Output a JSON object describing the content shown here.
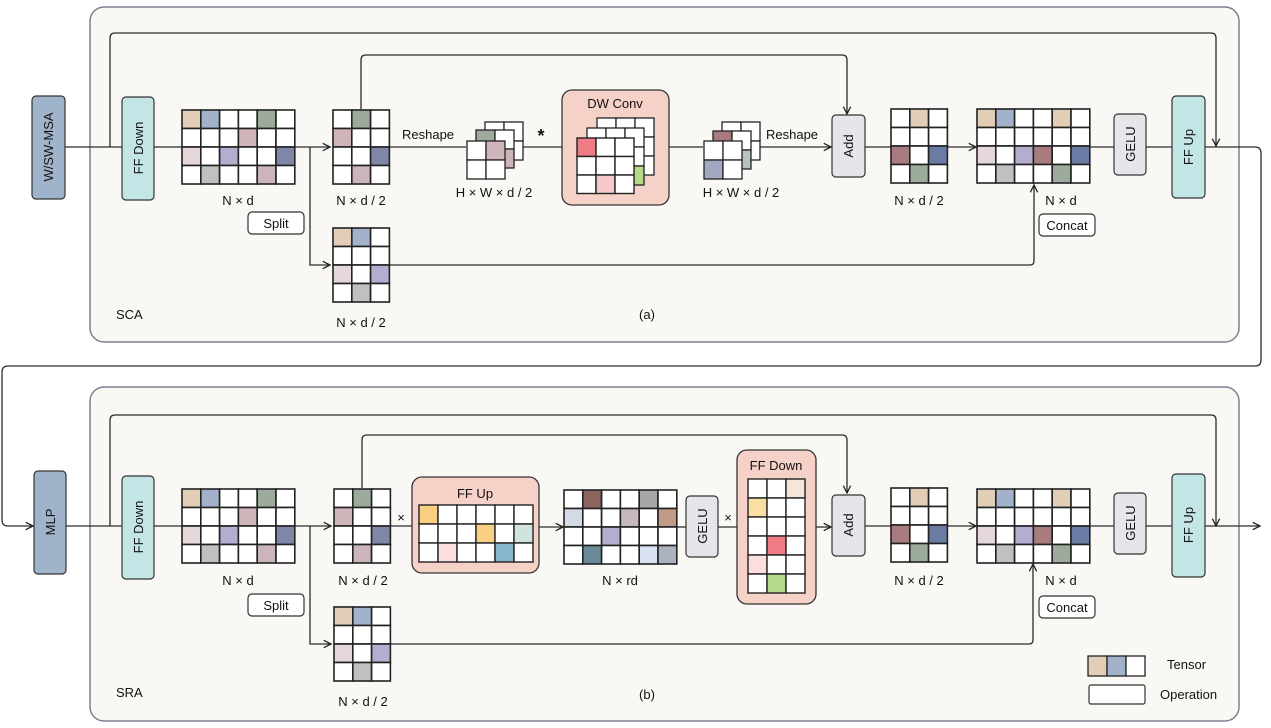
{
  "colors": {
    "panel_fill": "#f9f8f5",
    "panel_stroke": "#7c8191",
    "entry_block": "#9fb3cb",
    "ff_block": "#c4e5e6",
    "gray_block": "#e5e6ea",
    "pink_block": "#f5d1c8"
  },
  "panel_a": {
    "name": "SCA",
    "caption": "(a)",
    "entry_block": "W/SW-MSA",
    "ff_down": "FF Down",
    "tensor_nd_label": "N × d",
    "split_label": "Split",
    "upper_half_label": "N × d / 2",
    "lower_half_label": "N × d / 2",
    "reshape_in_label": "Reshape",
    "conv_symbol": "*",
    "hw_in_label": "H  × W × d / 2",
    "dwconv_title": "DW Conv",
    "hw_out_label": "H  × W × d / 2",
    "reshape_out_label": "Reshape",
    "add_label": "Add",
    "after_add_label": "N × d / 2",
    "concat_tensor_label": "N × d",
    "concat_label": "Concat",
    "gelu_label": "GELU",
    "ff_up": "FF Up"
  },
  "panel_b": {
    "name": "SRA",
    "caption": "(b)",
    "entry_block": "MLP",
    "ff_down": "FF Down",
    "tensor_nd_label": "N × d",
    "split_label": "Split",
    "upper_half_label": "N × d / 2",
    "lower_half_label": "N × d / 2",
    "mult_symbol_1": "×",
    "ffup_inner_title": "FF Up",
    "nrd_label": "N × rd",
    "inner_gelu_label": "GELU",
    "mult_symbol_2": "×",
    "ffdown_inner_title": "FF Down",
    "add_label": "Add",
    "after_add_label": "N × d / 2",
    "concat_tensor_label": "N × d",
    "concat_label": "Concat",
    "gelu_label": "GELU",
    "ff_up": "FF Up"
  },
  "legend": {
    "tensor_label": "Tensor",
    "operation_label": "Operation"
  },
  "tensors": {
    "nd": [
      [
        "#e2cdb7",
        "#a1b2ca",
        "#fff",
        "#fff",
        "#9dab9d",
        "#fff"
      ],
      [
        "#fff",
        "#fff",
        "#fff",
        "#cfb5ba",
        "#fff",
        "#fff"
      ],
      [
        "#e6d8da",
        "#fff",
        "#b5add0",
        "#fff",
        "#fff",
        "#7f86a8"
      ],
      [
        "#fff",
        "#c0c0c0",
        "#fff",
        "#fff",
        "#cbb4ba",
        "#fff"
      ]
    ],
    "half_upper": [
      [
        "#fff",
        "#9dab9d",
        "#fff"
      ],
      [
        "#cfb5ba",
        "#fff",
        "#fff"
      ],
      [
        "#fff",
        "#fff",
        "#7f86a8"
      ],
      [
        "#fff",
        "#cbb4ba",
        "#fff"
      ]
    ],
    "half_lower": [
      [
        "#e2cdb7",
        "#a1b2ca",
        "#fff"
      ],
      [
        "#fff",
        "#fff",
        "#fff"
      ],
      [
        "#e6d8da",
        "#fff",
        "#b5add0"
      ],
      [
        "#fff",
        "#c0c0c0",
        "#fff"
      ]
    ],
    "after_add": [
      [
        "#fff",
        "#e2cdb7",
        "#fff"
      ],
      [
        "#fff",
        "#fff",
        "#fff"
      ],
      [
        "#a87c7e",
        "#fff",
        "#6a7ca4"
      ],
      [
        "#fff",
        "#9dab9d",
        "#fff"
      ]
    ],
    "concat": [
      [
        "#e2cdb7",
        "#a1b2ca",
        "#fff",
        "#fff",
        "#e2cdb7",
        "#fff"
      ],
      [
        "#fff",
        "#fff",
        "#fff",
        "#fff",
        "#fff",
        "#fff"
      ],
      [
        "#e6d8da",
        "#fff",
        "#b5add0",
        "#a87c7e",
        "#fff",
        "#6a7ca4"
      ],
      [
        "#fff",
        "#c0c0c0",
        "#fff",
        "#fff",
        "#9dab9d",
        "#fff"
      ]
    ],
    "ffup_weights": [
      [
        "#f9cf82",
        "#fff",
        "#fff",
        "#fff",
        "#fff",
        "#fff"
      ],
      [
        "#fff",
        "#fff",
        "#fff",
        "#f9cf82",
        "#fff",
        "#cfe4df"
      ],
      [
        "#fff",
        "#fcdde0",
        "#fff",
        "#fff",
        "#87b5cc",
        "#fff"
      ]
    ],
    "nrd": [
      [
        "#fff",
        "#8e6460",
        "#fff",
        "#fff",
        "#a6a6a6",
        "#fff"
      ],
      [
        "#d5dbe6",
        "#fff",
        "#fff",
        "#c8b8bc",
        "#fff",
        "#c19a88"
      ],
      [
        "#fff",
        "#fff",
        "#b5add0",
        "#fff",
        "#fff",
        "#fff"
      ],
      [
        "#fff",
        "#6a8a98",
        "#fff",
        "#fff",
        "#dae1f1",
        "#aab2c0"
      ]
    ],
    "ffdown_weights": [
      [
        "#fff",
        "#fff",
        "#f5e5da"
      ],
      [
        "#f9dfa3",
        "#fff",
        "#fff"
      ],
      [
        "#fff",
        "#fff",
        "#fff"
      ],
      [
        "#fff",
        "#ef7d85",
        "#fff"
      ],
      [
        "#fcdde0",
        "#fff",
        "#fff"
      ],
      [
        "#fff",
        "#b7d98a",
        "#fff"
      ]
    ],
    "hw_in_front": [
      [
        "#fff",
        "#cfb5ba"
      ],
      [
        "#fff",
        "#fff"
      ]
    ],
    "hw_in_mid": [
      [
        "#9dab9d",
        "#fff"
      ],
      [
        "#fff",
        "#cbb4ba"
      ]
    ],
    "hw_out_front": [
      [
        "#fff",
        "#fff"
      ],
      [
        "#a1a9c2",
        "#fff"
      ]
    ],
    "hw_out_mid": [
      [
        "#a87c7e",
        "#fff"
      ],
      [
        "#fff",
        "#b6c3c2"
      ]
    ],
    "dw_front": [
      [
        "#ef7d85",
        "#fff",
        "#fff"
      ],
      [
        "#fff",
        "#fff",
        "#fff"
      ],
      [
        "#fff",
        "#f6c7cb",
        "#fff"
      ]
    ],
    "dw_back_accent": "#b7d98a",
    "legend_tensor": [
      [
        "#e2cdb7",
        "#a1b2ca",
        "#fff"
      ]
    ]
  }
}
